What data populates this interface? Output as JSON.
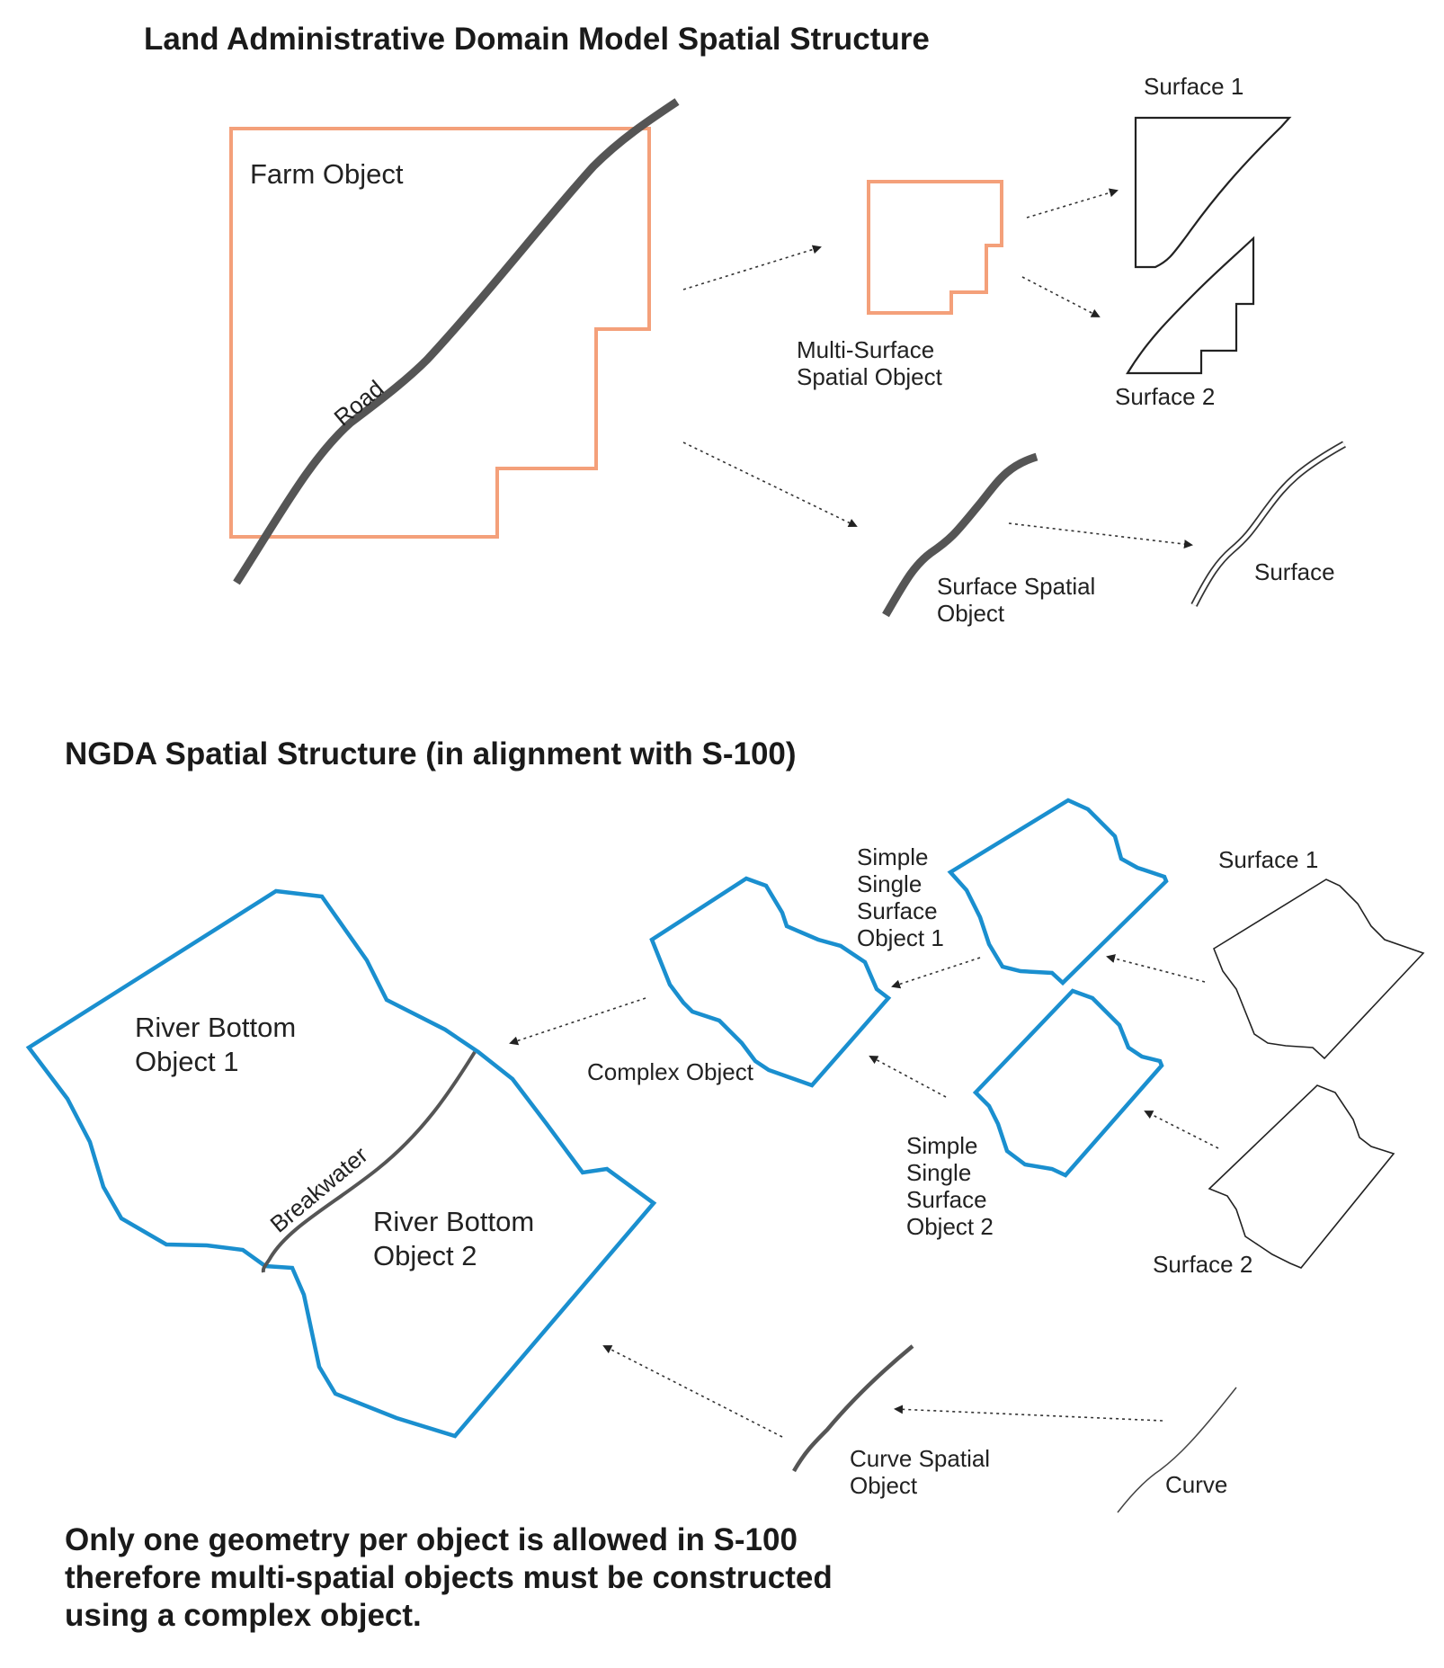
{
  "diagram": {
    "top_title": "Land Administrative Domain Model Spatial Structure",
    "bottom_title": "NGDA Spatial Structure (in alignment with S-100)",
    "labels": {
      "farm_object": "Farm Object",
      "road": "Road",
      "multi_surface_line1": "Multi-Surface",
      "multi_surface_line2": "Spatial Object",
      "surface_1_top": "Surface 1",
      "surface_2_top": "Surface 2",
      "surface_spatial_line1": "Surface Spatial",
      "surface_spatial_line2": "Object",
      "surface": "Surface",
      "river_bottom_1_line1": "River Bottom",
      "river_bottom_1_line2": "Object 1",
      "river_bottom_2_line1": "River Bottom",
      "river_bottom_2_line2": "Object 2",
      "breakwater": "Breakwater",
      "complex_object": "Complex Object",
      "sss1_line1": "Simple",
      "sss1_line2": "Single",
      "sss1_line3": "Surface",
      "sss1_line4": "Object 1",
      "sss2_line1": "Simple",
      "sss2_line2": "Single",
      "sss2_line3": "Surface",
      "sss2_line4": "Object 2",
      "surface_1_bottom": "Surface 1",
      "surface_2_bottom": "Surface 2",
      "curve_spatial_line1": "Curve Spatial",
      "curve_spatial_line2": "Object",
      "curve": "Curve"
    },
    "footnote": "Only one geometry per object is allowed in S-100 therefore multi-spatial objects must be constructed using a complex object.",
    "colors": {
      "orange_outline": "#f4a07a",
      "blue_outline": "#1a8fcf",
      "dark_line": "#555555",
      "thin_line": "#222222",
      "arrow": "#333333"
    }
  }
}
